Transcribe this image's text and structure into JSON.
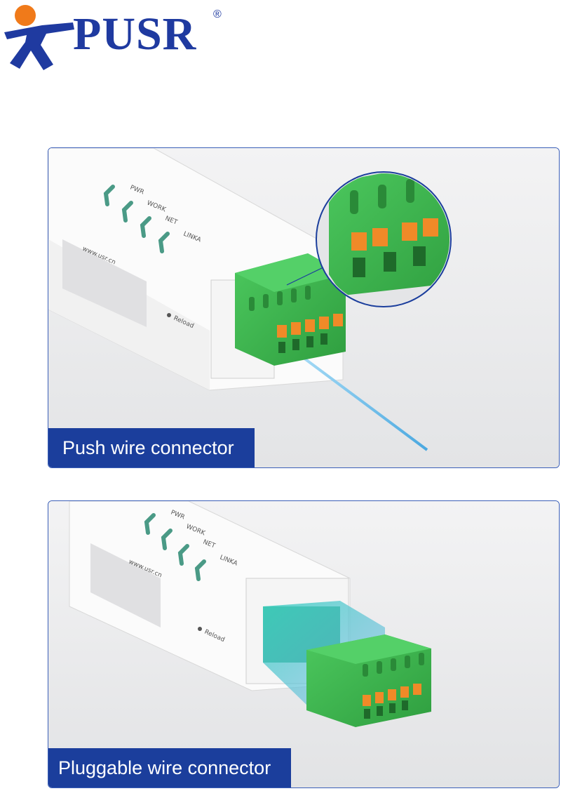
{
  "brand": {
    "name": "PUSR",
    "registered_mark": "®"
  },
  "panels": [
    {
      "caption": "Push wire connector",
      "led_labels": [
        "PWR",
        "WORK",
        "NET",
        "LINKA"
      ],
      "device_url": "www.usr.cn",
      "reload_label": "Reload"
    },
    {
      "caption": "Pluggable wire connector",
      "led_labels": [
        "PWR",
        "WORK",
        "NET",
        "LINKA"
      ],
      "device_url": "www.usr.cn",
      "reload_label": "Reload"
    }
  ],
  "colors": {
    "brand_blue": "#1f3aa0",
    "logo_orange": "#f07a1a",
    "caption_bg": "#1b3e9c",
    "panel_border": "#3b5fb8",
    "connector_green": "#35b54a",
    "lever_orange": "#f08a28",
    "wire_blue": "#6ec3f0"
  }
}
